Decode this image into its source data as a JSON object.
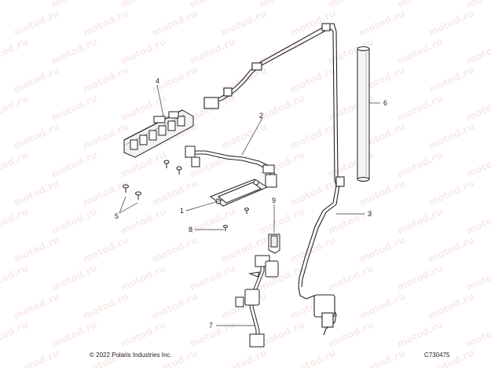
{
  "watermark": "motod.ru",
  "callouts": [
    "1",
    "2",
    "3",
    "4",
    "5",
    "6",
    "7",
    "8",
    "9"
  ],
  "footer": {
    "copyright": "© 2022 Polaris Industries Inc.",
    "figure_id": "C730475"
  }
}
